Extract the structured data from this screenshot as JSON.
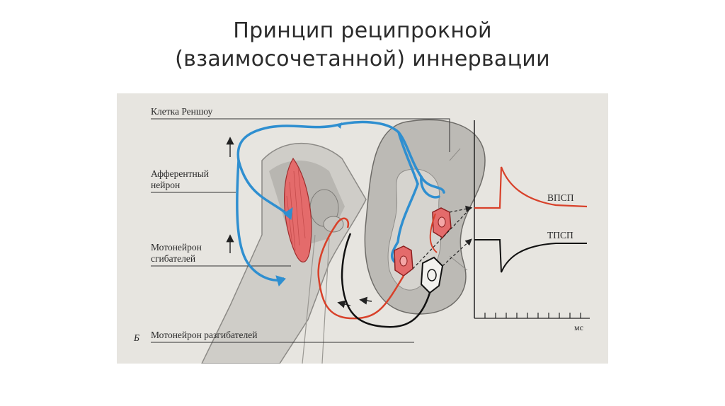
{
  "slide": {
    "title_line1": "Принцип реципрокной",
    "title_line2": "(взаимосочетанной) иннервации"
  },
  "figure": {
    "labels": {
      "renshaw_cell": "Клетка Реншоу",
      "afferent_line1": "Афферентный",
      "afferent_line2": "нейрон",
      "flexor_line1": "Мотонейрон",
      "flexor_line2": "сгибателей",
      "extensor": "Мотонейрон разгибателей",
      "panel_letter": "Б",
      "epsp": "ВПСП",
      "ipsp": "ТПСП",
      "time_unit": "мс"
    },
    "colors": {
      "afferent": "#2f8fd0",
      "flexor_motoneuron": "#d8412a",
      "extensor_motoneuron": "#111111",
      "muscle": "#e46b6b",
      "spinal_cord": "#b9b7b2",
      "background": "#e7e5e0"
    }
  }
}
